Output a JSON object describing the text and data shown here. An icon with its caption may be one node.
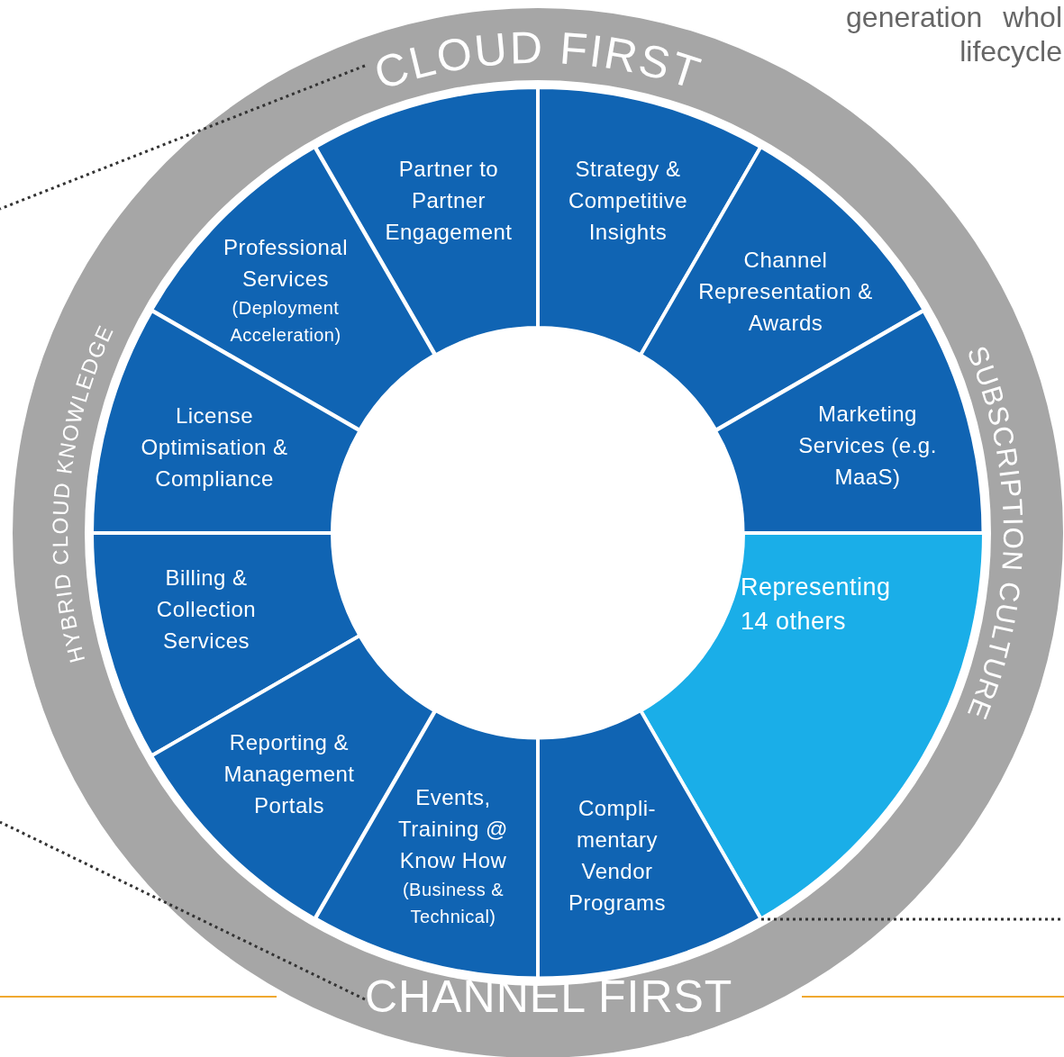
{
  "diagram": {
    "nodes": [
      {
        "text": [
          "HYBRID CLOUD KNOWLEDGE",
          "SUBSCRIPTION CULTURE"
        ]
      },
      {
        "text": [
          "CLOUD FIRST"
        ],
        "in": 0
      },
      {
        "text": [
          "Partner to Partner Engagement"
        ],
        "in": 0
      },
      {
        "text": [
          "Strategy & Competitive Insights"
        ],
        "in": 0
      },
      {
        "text": [
          "Professional Services",
          "(Deployment Acceleration)"
        ],
        "in": 0
      },
      {
        "text": [
          "Channel Representation & Awards"
        ],
        "in": 0
      },
      {
        "text": [
          "License Optimisation & Compliance"
        ],
        "in": 0
      },
      {
        "text": [
          "Marketing Services (e.g. MaaS)"
        ],
        "in": 0
      },
      {
        "text": [
          "Billing & Collection Services"
        ],
        "in": 0
      },
      {
        "text": [
          "Representing",
          "14 others"
        ],
        "in": 0
      },
      {
        "text": [
          "Reporting & Management Portals"
        ],
        "in": 0
      },
      {
        "text": [
          "Events, Training @ Know How",
          "(Business & Technical)"
        ],
        "in": 0
      },
      {
        "text": [
          "Compli- mentary Vendor Programs"
        ],
        "in": 0
      },
      {
        "text": [
          "CHANNEL FIRST"
        ],
        "in": 0
      }
    ],
    "edges": [
      {
        "from": 1,
        "to": null,
        "arrow": "none"
      },
      {
        "from": 13,
        "to": null,
        "arrow": "none"
      },
      {
        "from": 9,
        "to": null,
        "arrow": "none"
      }
    ],
    "labels": [
      "generation whol",
      "lifecycle"
    ]
  }
}
